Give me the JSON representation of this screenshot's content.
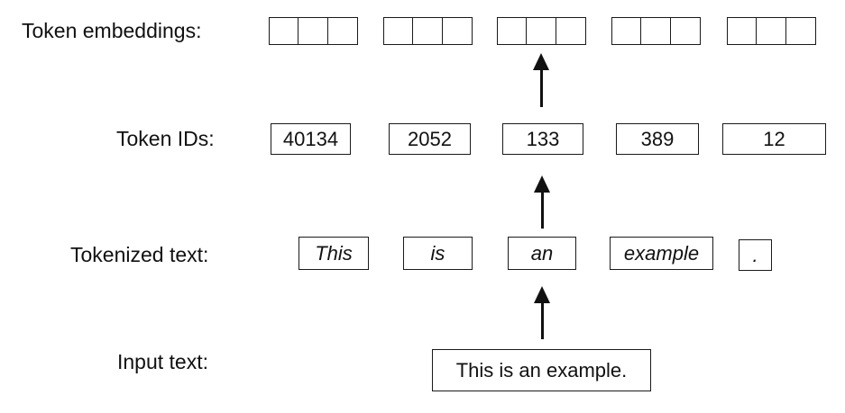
{
  "labels": {
    "embeddings": "Token embeddings:",
    "ids": "Token IDs:",
    "tokenized": "Tokenized text:",
    "input": "Input text:"
  },
  "token_ids": [
    "40134",
    "2052",
    "133",
    "389",
    "12"
  ],
  "tokens": [
    "This",
    "is",
    "an",
    "example",
    "."
  ],
  "input_text": "This is an example."
}
